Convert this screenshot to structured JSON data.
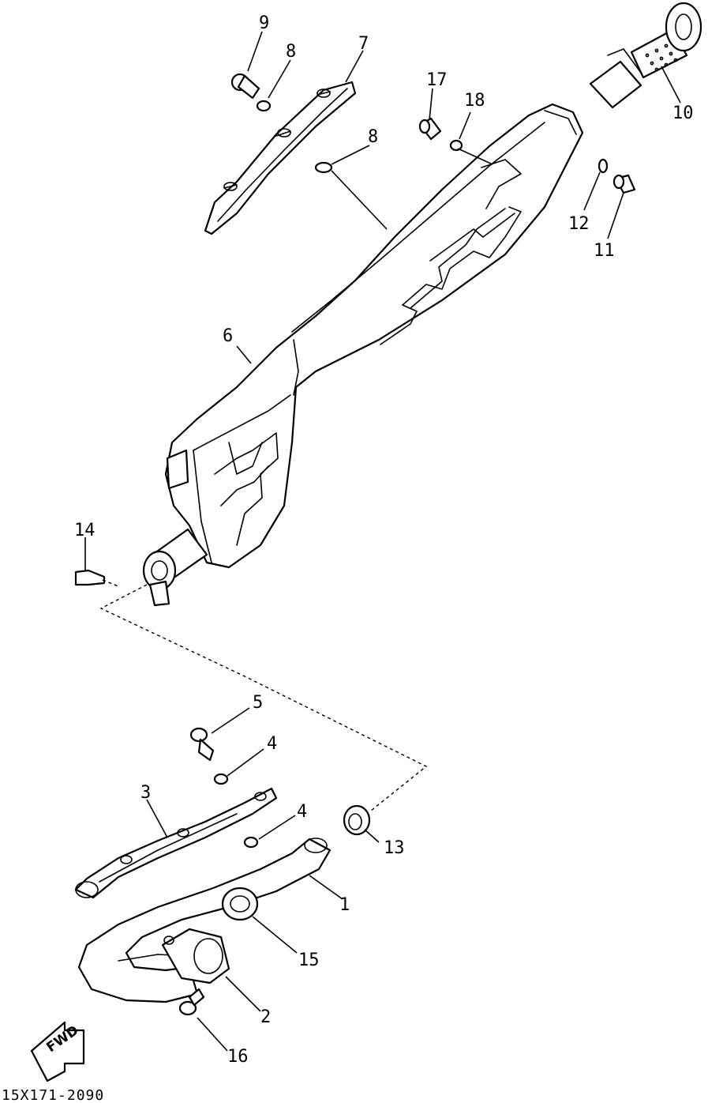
{
  "callouts": {
    "c1": "1",
    "c2": "2",
    "c3": "3",
    "c4a": "4",
    "c4b": "4",
    "c5": "5",
    "c6": "6",
    "c7": "7",
    "c8a": "8",
    "c8b": "8",
    "c9": "9",
    "c10": "10",
    "c11": "11",
    "c12": "12",
    "c13": "13",
    "c14": "14",
    "c15": "15",
    "c16": "16",
    "c17": "17",
    "c18": "18"
  },
  "fwd_label": "FWD",
  "diagram_code": "15X171-2090"
}
